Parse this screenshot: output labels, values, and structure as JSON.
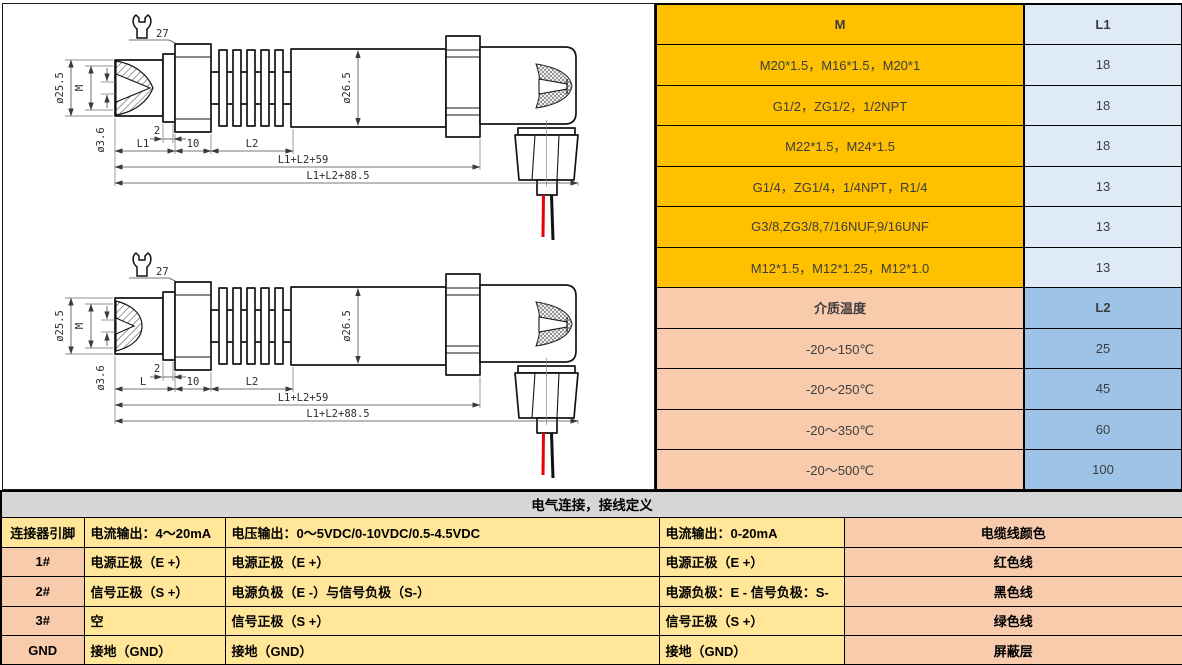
{
  "colors": {
    "gold": "#FFC000",
    "light_blue": "#DEEBF7",
    "salmon": "#F8CBAD",
    "mid_blue": "#9DC3E6",
    "title_gray": "#D6D6D6",
    "yellow": "#FFE699",
    "wire_red": "#E8000B",
    "wire_black": "#111111"
  },
  "drawings": {
    "wrench_size": "27",
    "top": {
      "dia_outer": "ø25.5",
      "thread": "M",
      "dia_hole": "ø3.6",
      "flange": "2",
      "len1": "L1",
      "hex_len": "10",
      "len2": "L2",
      "dia_body": "ø26.5",
      "total_a": "L1+L2+59",
      "total_b": "L1+L2+88.5"
    },
    "bottom": {
      "dia_outer": "ø25.5",
      "thread": "M",
      "dia_hole": "ø3.6",
      "flange": "2",
      "len1": "L",
      "hex_len": "10",
      "len2": "L2",
      "dia_body": "ø26.5",
      "total_a": "L1+L2+59",
      "total_b": "L1+L2+88.5"
    }
  },
  "spec_table": {
    "header": {
      "m": "M",
      "l1": "L1"
    },
    "thread_rows": [
      {
        "m": "M20*1.5，M16*1.5，M20*1",
        "l1": "18"
      },
      {
        "m": "G1/2，ZG1/2，1/2NPT",
        "l1": "18"
      },
      {
        "m": "M22*1.5，M24*1.5",
        "l1": "18"
      },
      {
        "m": "G1/4，ZG1/4，1/4NPT，R1/4",
        "l1": "13"
      },
      {
        "m": "G3/8,ZG3/8,7/16NUF,9/16UNF",
        "l1": "13"
      },
      {
        "m": "M12*1.5，M12*1.25，M12*1.0",
        "l1": "13"
      }
    ],
    "temp_header": {
      "label": "介质温度",
      "l2": "L2"
    },
    "temp_rows": [
      {
        "t": "-20～150℃",
        "l2": "25"
      },
      {
        "t": "-20～250℃",
        "l2": "45"
      },
      {
        "t": "-20～350℃",
        "l2": "60"
      },
      {
        "t": "-20～500℃",
        "l2": "100"
      }
    ]
  },
  "wiring_table": {
    "title": "电气连接，接线定义",
    "headers": {
      "pin": "连接器引脚",
      "current420": "电流输出：4～20mA",
      "voltage": "电压输出：0～5VDC/0-10VDC/0.5-4.5VDC",
      "current020": "电流输出：0-20mA",
      "cable": "电缆线颜色"
    },
    "rows": [
      {
        "pin": "1#",
        "c420": "电源正极（E +）",
        "v": "电源正极（E +）",
        "c020": "电源正极（E +）",
        "cable": "红色线"
      },
      {
        "pin": "2#",
        "c420": "信号正极（S +）",
        "v": "电源负极（E -）与信号负极（S-）",
        "c020": "电源负极：E - 信号负极：S-",
        "cable": "黑色线"
      },
      {
        "pin": "3#",
        "c420": "空",
        "v": "信号正极（S +）",
        "c020": "信号正极（S +）",
        "cable": "绿色线"
      },
      {
        "pin": "GND",
        "c420": "接地（GND）",
        "v": "接地（GND）",
        "c020": "接地（GND）",
        "cable": "屏蔽层"
      }
    ]
  }
}
